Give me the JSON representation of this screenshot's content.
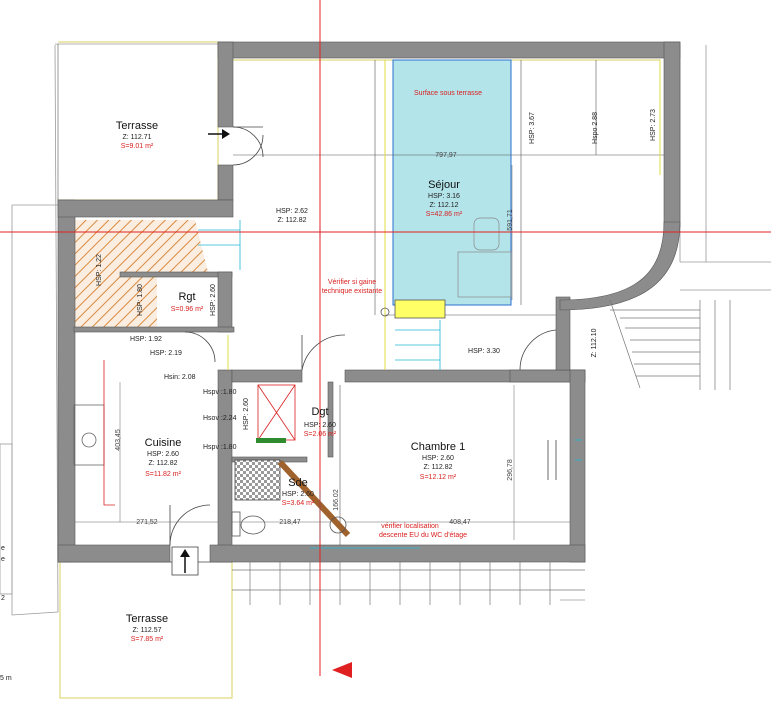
{
  "rooms": {
    "terrasse_top": {
      "name": "Terrasse",
      "z": "Z: 112.71",
      "area": "S=9.01 m²"
    },
    "sejour": {
      "name": "Séjour",
      "hsp": "HSP: 3.16",
      "z": "Z: 112.12",
      "area": "S=42.86 m²"
    },
    "rgt": {
      "name": "Rgt",
      "area": "S=0.96 m²",
      "hsp": "HSP: 2.60"
    },
    "cuisine": {
      "name": "Cuisine",
      "hsp": "HSP: 2.60",
      "z": "Z: 112.82",
      "area": "S=11.82 m²"
    },
    "dgt": {
      "name": "Dgt",
      "hsp": "HSP: 2.60",
      "area": "S=2.06 m²"
    },
    "sde": {
      "name": "Sde",
      "hsp": "HSP: 2.60",
      "area": "S=3.64 m²"
    },
    "chambre1": {
      "name": "Chambre 1",
      "hsp": "HSP: 2.60",
      "z": "Z: 112.82",
      "area": "S=12.12 m²"
    },
    "terrasse_bottom": {
      "name": "Terrasse",
      "z": "Z: 112.57",
      "area": "S=7.85 m²"
    }
  },
  "labels": {
    "surface_sous_terrasse": "Surface sous terrasse",
    "hall_hsp": "HSP: 2.62",
    "hall_z": "Z: 112.82",
    "hsp_367": "HSP: 3.67",
    "hsp_288": "Hspo 2.88",
    "hsp_273": "HSP: 2.73",
    "hsp_330": "HSP: 3.30",
    "z_11210": "Z: 112.10",
    "hsp_122": "HSP: 1.22",
    "hsp_180": "HSP: 1.80",
    "hsp_192": "HSP: 1.92",
    "hsp_219": "HSP: 2.19",
    "hsin_208": "Hsin: 2.08",
    "hspv_180a": "Hspv :1.80",
    "hsov_224": "Hsov :2.24",
    "hspv_180b": "Hspv :1.80",
    "dgt_hsp": "HSP: 2.60",
    "sde_dim": "166.02"
  },
  "notes": {
    "gaine": [
      "Vérifier si gaine",
      "technique existante"
    ],
    "eu": [
      "vérifier localisation",
      "descente EU du WC d'étage"
    ]
  },
  "dimensions": {
    "d797": "797,97",
    "d591": "591,71",
    "d403": "403,45",
    "d271": "271,52",
    "d218": "218,47",
    "d408": "408,47",
    "d296": "296,78"
  },
  "edge": {
    "left_a": "e",
    "left_b": "e",
    "left_c": "2",
    "left_d": "5 m"
  },
  "colors": {
    "wall": "#8c8c8c",
    "pool": "#b3e4ea",
    "hatch": "#d98a40",
    "guide": "#e02020",
    "yellow": "#ffff66",
    "green": "#2e8b2e",
    "brown": "#a0622c"
  }
}
